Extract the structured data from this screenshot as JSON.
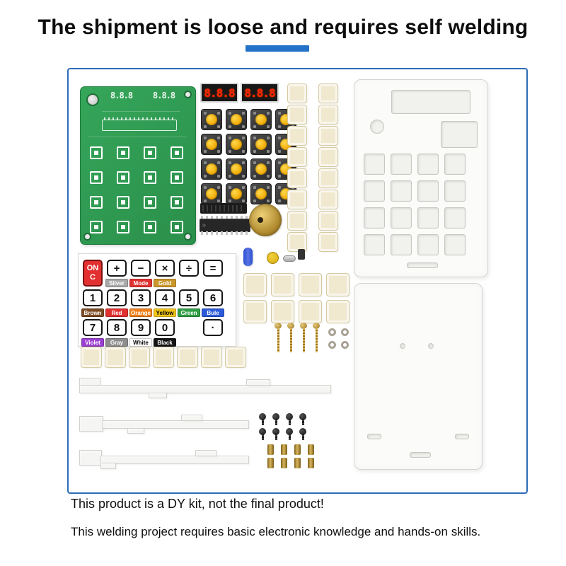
{
  "title": "The shipment is loose and requires self welding",
  "footer": {
    "line1": "This product is a DY kit, not the final product!",
    "line2": "This welding project requires basic electronic knowledge and hands-on skills."
  },
  "led_display": {
    "left": "8.8.8",
    "right": "8.8.8"
  },
  "pcb": {
    "display_left": "8.8.8",
    "display_right": "8.8.8"
  },
  "sticker": {
    "on_key": {
      "line1": "ON",
      "line2": "C"
    },
    "operator_keys": [
      {
        "symbol": "+",
        "label": "Silver",
        "label_bg": "#a9a9a9",
        "label_color": "#ffffff"
      },
      {
        "symbol": "−",
        "label": "Mode",
        "label_bg": "#e03131",
        "label_color": "#ffffff"
      },
      {
        "symbol": "×",
        "label": "Gold",
        "label_bg": "#c9972b",
        "label_color": "#ffffff"
      },
      {
        "symbol": "÷",
        "label": ""
      },
      {
        "symbol": "=",
        "label": ""
      }
    ],
    "number_keys": [
      {
        "digit": "1",
        "label": "Brown",
        "label_bg": "#7b4a21",
        "label_color": "#ffffff"
      },
      {
        "digit": "2",
        "label": "Red",
        "label_bg": "#e03131",
        "label_color": "#ffffff"
      },
      {
        "digit": "3",
        "label": "Orange",
        "label_bg": "#ef7f1a",
        "label_color": "#ffffff"
      },
      {
        "digit": "4",
        "label": "Yellow",
        "label_bg": "#f0c419",
        "label_color": "#000000"
      },
      {
        "digit": "5",
        "label": "Green",
        "label_bg": "#2f9e44",
        "label_color": "#ffffff"
      },
      {
        "digit": "6",
        "label": "Bule",
        "label_bg": "#2b59d8",
        "label_color": "#ffffff"
      },
      {
        "digit": "7",
        "label": "Violet",
        "label_bg": "#9b3fd1",
        "label_color": "#ffffff"
      },
      {
        "digit": "8",
        "label": "Gray",
        "label_bg": "#8d8d8d",
        "label_color": "#ffffff"
      },
      {
        "digit": "9",
        "label": "White",
        "label_bg": "#ffffff",
        "label_color": "#000000"
      },
      {
        "digit": "0",
        "label": "Black",
        "label_bg": "#141414",
        "label_color": "#ffffff"
      },
      {
        "digit": "·",
        "label": ""
      }
    ]
  },
  "colors": {
    "accent_blue": "#2272c8",
    "border_blue": "#2b6cb8",
    "pcb_green": "#2f9e52",
    "button_yellow": "#f0a800",
    "keycap_beige": "#f0e9d0",
    "display_red": "#ff2600",
    "case_white": "#fbfbfa"
  }
}
